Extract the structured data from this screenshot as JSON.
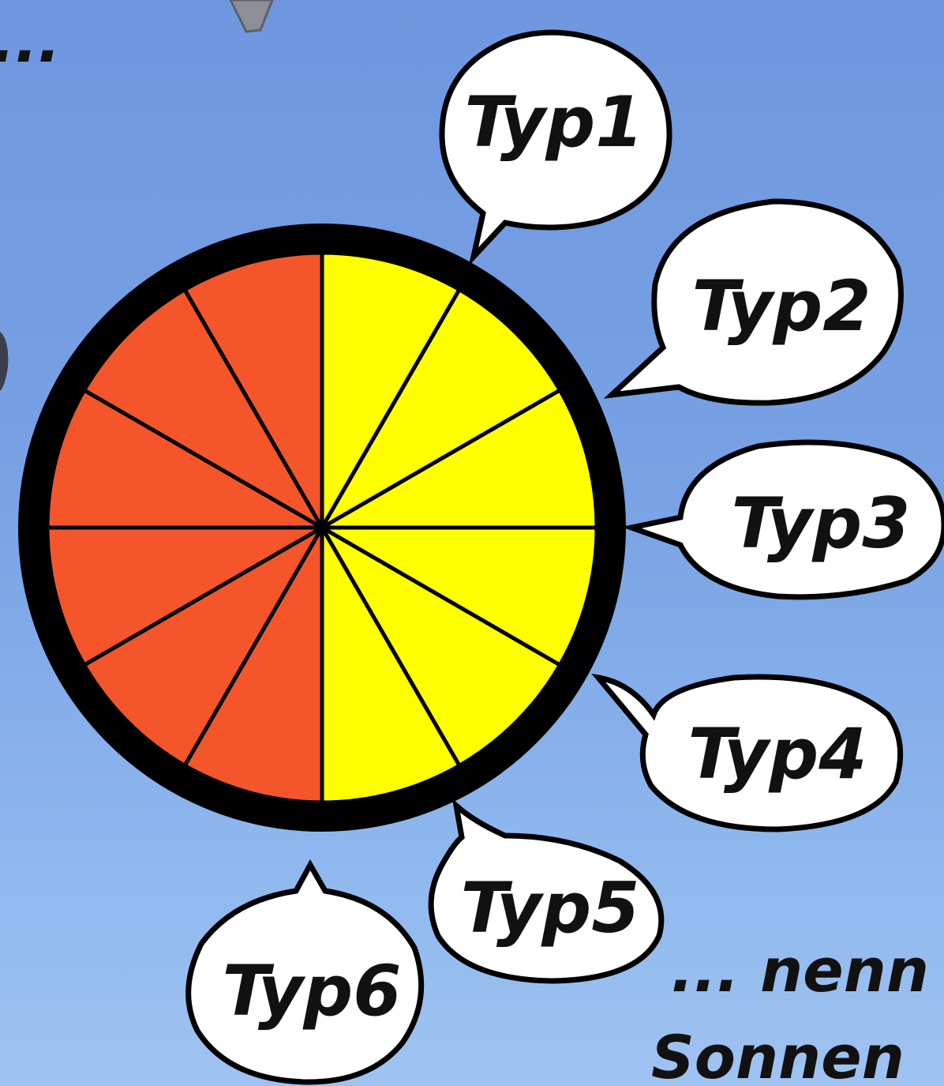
{
  "top_fragment": "...",
  "wheel": {
    "segments": 12,
    "colors": {
      "left": "#f4552a",
      "right": "#ffff00",
      "outline": "#000000"
    }
  },
  "bubbles": [
    {
      "label": "Typ1"
    },
    {
      "label": "Typ2"
    },
    {
      "label": "Typ3"
    },
    {
      "label": "Typ4"
    },
    {
      "label": "Typ5"
    },
    {
      "label": "Typ6"
    }
  ],
  "caption": {
    "line1": "... nenn",
    "line2": "Sonnen"
  }
}
